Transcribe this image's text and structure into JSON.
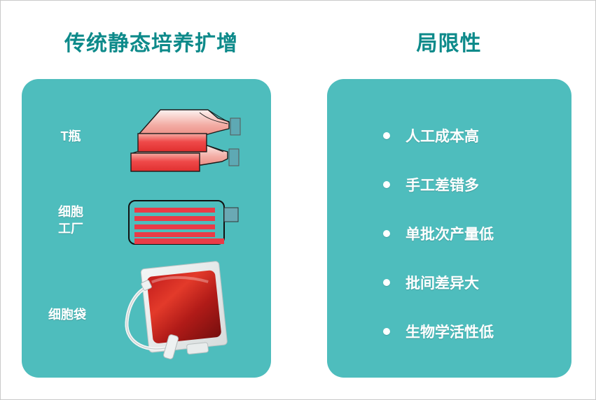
{
  "slide": {
    "background_color": "#ffffff",
    "panel_color": "#4ebdbd",
    "title_color": "#0d8a8a",
    "text_color": "#ffffff"
  },
  "left": {
    "title": "传统静态培养扩增",
    "equipment": [
      {
        "label": "T瓶",
        "icon": "t-flask-icon"
      },
      {
        "label": "细胞\n工厂",
        "icon": "cell-factory-icon"
      },
      {
        "label": "细胞袋",
        "icon": "cell-bag-icon"
      }
    ]
  },
  "right": {
    "title": "局限性",
    "bullets": [
      {
        "text": "人工成本高"
      },
      {
        "text": "手工差错多"
      },
      {
        "text": "单批次产量低"
      },
      {
        "text": "批间差异大"
      },
      {
        "text": "生物学活性低"
      }
    ]
  }
}
